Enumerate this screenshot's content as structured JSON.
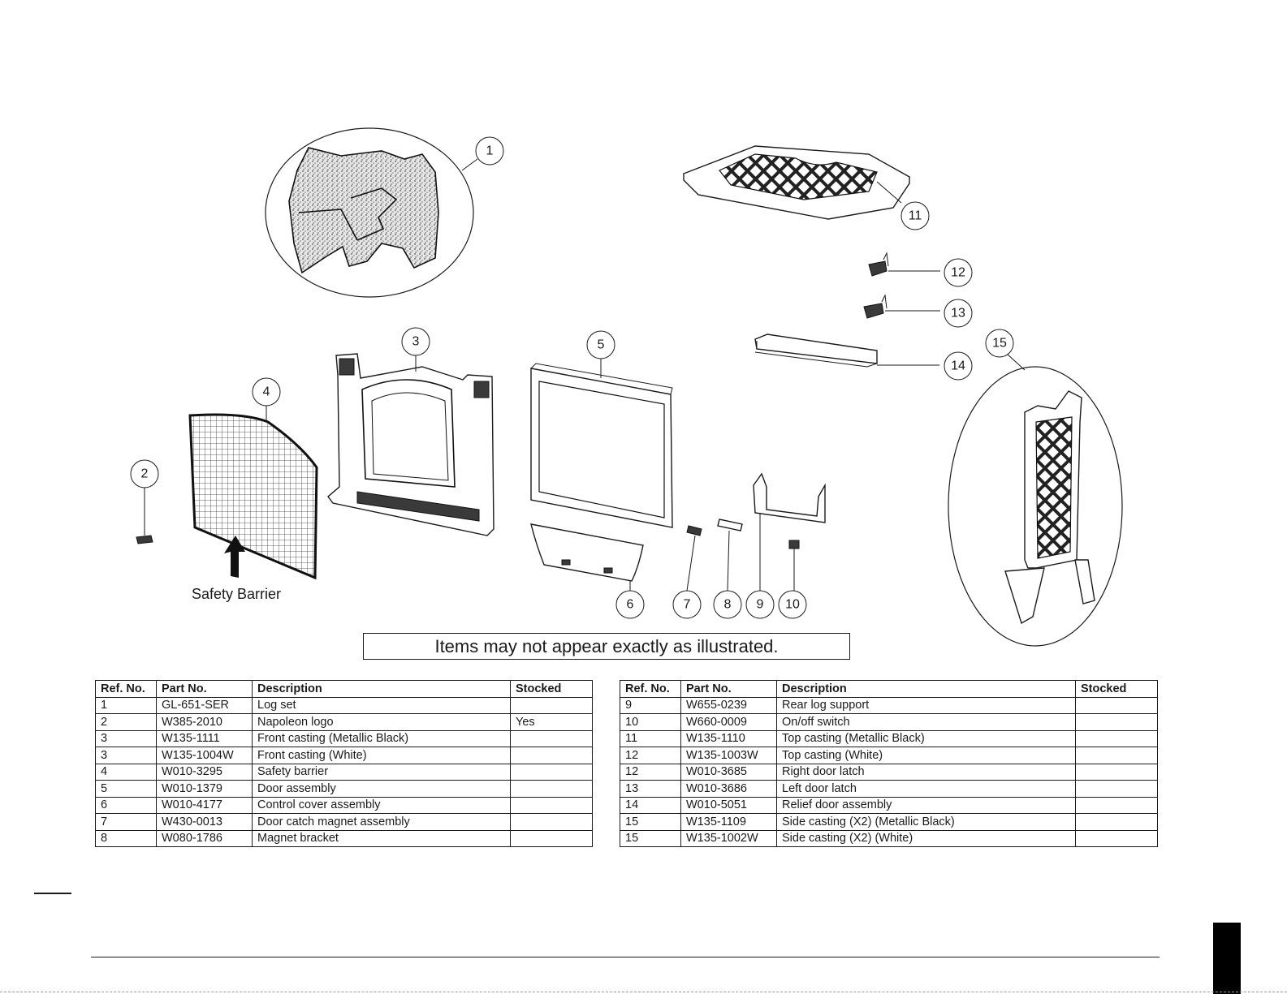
{
  "diagram": {
    "callouts": [
      "1",
      "2",
      "3",
      "4",
      "5",
      "6",
      "7",
      "8",
      "9",
      "10",
      "11",
      "12",
      "13",
      "14",
      "15"
    ],
    "safety_barrier_label": "Safety Barrier",
    "notice": "Items may not appear exactly as illustrated."
  },
  "table_headers": {
    "ref": "Ref. No.",
    "part": "Part No.",
    "description": "Description",
    "stocked": "Stocked"
  },
  "parts_left": [
    {
      "ref": "1",
      "part": "GL-651-SER",
      "description": "Log set",
      "stocked": ""
    },
    {
      "ref": "2",
      "part": "W385-2010",
      "description": "Napoleon logo",
      "stocked": "Yes"
    },
    {
      "ref": "3",
      "part": "W135-1111",
      "description": "Front casting (Metallic Black)",
      "stocked": ""
    },
    {
      "ref": "3",
      "part": "W135-1004W",
      "description": "Front casting (White)",
      "stocked": ""
    },
    {
      "ref": "4",
      "part": "W010-3295",
      "description": "Safety barrier",
      "stocked": ""
    },
    {
      "ref": "5",
      "part": "W010-1379",
      "description": "Door assembly",
      "stocked": ""
    },
    {
      "ref": "6",
      "part": "W010-4177",
      "description": "Control cover assembly",
      "stocked": ""
    },
    {
      "ref": "7",
      "part": "W430-0013",
      "description": "Door catch magnet assembly",
      "stocked": ""
    },
    {
      "ref": "8",
      "part": "W080-1786",
      "description": "Magnet bracket",
      "stocked": ""
    }
  ],
  "parts_right": [
    {
      "ref": "9",
      "part": "W655-0239",
      "description": "Rear log support",
      "stocked": ""
    },
    {
      "ref": "10",
      "part": "W660-0009",
      "description": "On/off switch",
      "stocked": ""
    },
    {
      "ref": "11",
      "part": "W135-1110",
      "description": "Top casting (Metallic Black)",
      "stocked": ""
    },
    {
      "ref": "12",
      "part": "W135-1003W",
      "description": "Top casting (White)",
      "stocked": ""
    },
    {
      "ref": "12",
      "part": "W010-3685",
      "description": "Right door latch",
      "stocked": ""
    },
    {
      "ref": "13",
      "part": "W010-3686",
      "description": "Left door latch",
      "stocked": ""
    },
    {
      "ref": "14",
      "part": "W010-5051",
      "description": "Relief door assembly",
      "stocked": ""
    },
    {
      "ref": "15",
      "part": "W135-1109",
      "description": "Side casting (X2) (Metallic Black)",
      "stocked": ""
    },
    {
      "ref": "15",
      "part": "W135-1002W",
      "description": "Side casting (X2) (White)",
      "stocked": ""
    }
  ]
}
